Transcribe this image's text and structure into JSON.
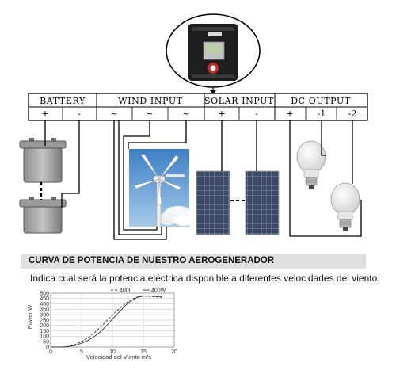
{
  "controller": {
    "name": "charge-controller"
  },
  "panel": {
    "sections": [
      {
        "label": "BATTERY",
        "terminals": [
          "+",
          "-"
        ]
      },
      {
        "label": "WIND INPUT",
        "terminals": [
          "~",
          "~",
          "~"
        ]
      },
      {
        "label": "SOLAR INPUT",
        "terminals": [
          "+",
          "-"
        ]
      },
      {
        "label": "DC OUTPUT",
        "terminals": [
          "+",
          "-1",
          "-2"
        ]
      }
    ]
  },
  "curve": {
    "heading": "CURVA DE POTENCIA DE NUESTRO AEROGENERADOR",
    "subtitle": "Indica cual será la potencia eléctrica disponible a diferentes velocidades del viento."
  },
  "colors": {
    "grid": "#bcbcbc",
    "curve": "#333333",
    "panel_cell": "#3a4a66",
    "sky": "#6fa8dc",
    "battery": "#a9a9a9",
    "bulb": "#f2f2f2"
  },
  "chart_data": {
    "type": "line",
    "xlabel": "Velocidad del Viento m/s",
    "ylabel": "Power W",
    "xlim": [
      0,
      20
    ],
    "ylim": [
      0,
      500
    ],
    "xticks": [
      "0",
      "5",
      "10",
      "15",
      "20"
    ],
    "yticks": [
      "0",
      "50",
      "100",
      "150",
      "200",
      "250",
      "300",
      "350",
      "400",
      "450",
      "500"
    ],
    "series": [
      {
        "name": "400L",
        "style": "dashed",
        "x": [
          0,
          2,
          3,
          4,
          5,
          6,
          7,
          8,
          9,
          10,
          11,
          12,
          13,
          14,
          15,
          16,
          17,
          18
        ],
        "y": [
          0,
          0,
          8,
          25,
          50,
          85,
          130,
          180,
          240,
          300,
          350,
          400,
          440,
          465,
          472,
          470,
          465,
          460
        ]
      },
      {
        "name": "400W",
        "style": "solid",
        "x": [
          0,
          2,
          3,
          4,
          5,
          6,
          7,
          8,
          9,
          10,
          11,
          12,
          13,
          14,
          15,
          16,
          17,
          18
        ],
        "y": [
          0,
          0,
          5,
          15,
          35,
          60,
          95,
          140,
          195,
          260,
          320,
          380,
          430,
          460,
          475,
          475,
          470,
          468
        ]
      }
    ]
  }
}
